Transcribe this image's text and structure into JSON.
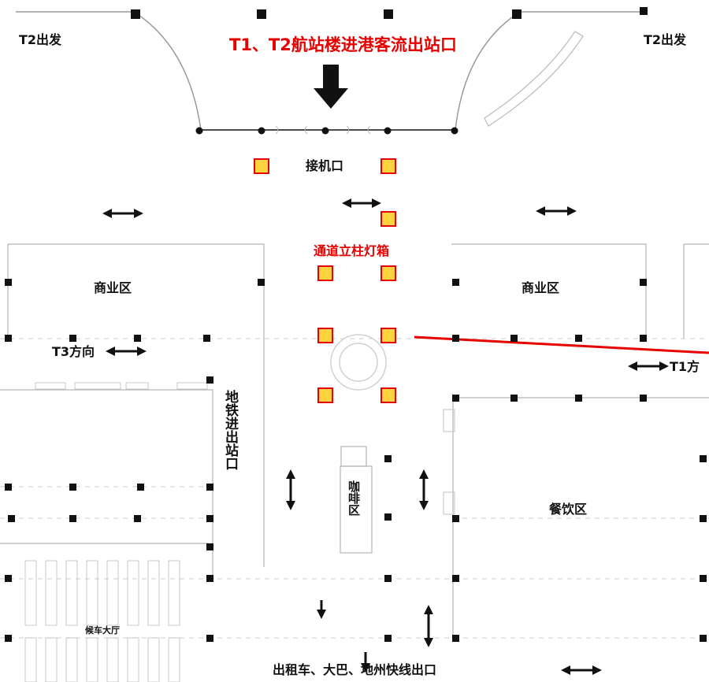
{
  "labels": {
    "t2_departure_left": "T2出发",
    "t2_departure_right": "T2出发",
    "exit_title": "T1、T2航站楼进港客流出站口",
    "pickup": "接机口",
    "lightbox_title": "通道立柱灯箱",
    "commercial_left": "商业区",
    "commercial_right": "商业区",
    "t3_direction": "T3方向",
    "t1_direction": "T1方",
    "metro_exit": "地铁进出站口",
    "cafe": "咖啡区",
    "dining": "餐饮区",
    "waiting_hall": "候车大厅",
    "bottom_exit": "出租车、大巴、地州快线出口"
  },
  "colors": {
    "highlight_red": "#e60000",
    "lightbox_fill": "#ffd23f",
    "column_black": "#111111",
    "wall_gray": "#b5b5b5"
  },
  "icons": {
    "arrow_down_big": "arrow-down-icon",
    "arrow_horizontal": "double-arrow-horizontal-icon",
    "arrow_vertical": "double-arrow-vertical-icon"
  }
}
